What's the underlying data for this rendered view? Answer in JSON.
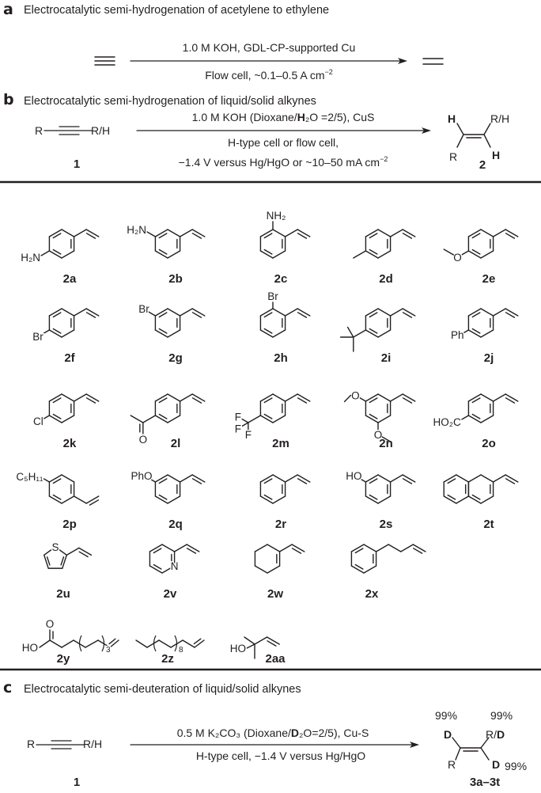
{
  "panel_a": {
    "label": "a",
    "title": "Electrocatalytic semi-hydrogenation of acetylene to ethylene",
    "reagents": "1.0 M KOH, GDL-CP-supported Cu",
    "conditions": "Flow cell, ~0.1–0.5 A cm",
    "conditions_sup": "−2"
  },
  "panel_b": {
    "label": "b",
    "title": "Electrocatalytic semi-hydrogenation of liquid/solid alkynes",
    "substrate": {
      "r": "R",
      "rh": "R/H",
      "number": "1"
    },
    "reagents": {
      "pre": "1.0 M KOH (Dioxane/",
      "bold": "H",
      "post": "₂O =2/5), CuS"
    },
    "conditions_line1": "H-type cell or flow cell,",
    "conditions_line2": "−1.4 V versus Hg/HgO or ~10–50 mA cm",
    "conditions_sup": "−2",
    "product": {
      "h_top": "H",
      "rh": "R/H",
      "r": "R",
      "h_bottom": "H",
      "number": "2"
    }
  },
  "compounds": [
    {
      "id": "2a",
      "groups": [
        "H₂N"
      ]
    },
    {
      "id": "2b",
      "groups": [
        "H₂N"
      ]
    },
    {
      "id": "2c",
      "groups": [
        "NH₂"
      ]
    },
    {
      "id": "2d",
      "groups": []
    },
    {
      "id": "2e",
      "groups": [
        "O"
      ]
    },
    {
      "id": "2f",
      "groups": [
        "Br"
      ]
    },
    {
      "id": "2g",
      "groups": [
        "Br"
      ]
    },
    {
      "id": "2h",
      "groups": [
        "Br"
      ]
    },
    {
      "id": "2i",
      "groups": []
    },
    {
      "id": "2j",
      "groups": [
        "Ph"
      ]
    },
    {
      "id": "2k",
      "groups": [
        "Cl"
      ]
    },
    {
      "id": "2l",
      "groups": [
        "O"
      ]
    },
    {
      "id": "2m",
      "groups": [
        "F",
        "F",
        "F"
      ]
    },
    {
      "id": "2n",
      "groups": [
        "O",
        "O"
      ]
    },
    {
      "id": "2o",
      "groups": [
        "HO₂C"
      ]
    },
    {
      "id": "2p",
      "groups": [
        "C₅H₁₁"
      ]
    },
    {
      "id": "2q",
      "groups": [
        "PhO"
      ]
    },
    {
      "id": "2r",
      "groups": []
    },
    {
      "id": "2s",
      "groups": [
        "HO"
      ]
    },
    {
      "id": "2t",
      "groups": []
    },
    {
      "id": "2u",
      "groups": [
        "S"
      ]
    },
    {
      "id": "2v",
      "groups": [
        "N"
      ]
    },
    {
      "id": "2w",
      "groups": []
    },
    {
      "id": "2x",
      "groups": []
    },
    {
      "id": "2y",
      "groups": [
        "O",
        "HO",
        "3"
      ]
    },
    {
      "id": "2z",
      "groups": [
        "8"
      ]
    },
    {
      "id": "2aa",
      "groups": [
        "HO"
      ]
    }
  ],
  "panel_c": {
    "label": "c",
    "title": "Electrocatalytic semi-deuteration of liquid/solid alkynes",
    "substrate": {
      "r": "R",
      "rh": "R/H",
      "number": "1"
    },
    "reagents": {
      "pre": "0.5 M K₂CO₃ (Dioxane/",
      "bold": "D",
      "post": "₂O=2/5), Cu-S"
    },
    "conditions": "H-type cell, −1.4 V versus Hg/HgO",
    "product": {
      "d_top": "D",
      "r_slash": "R/",
      "d_slash": "D",
      "r": "R",
      "d_bottom": "D",
      "pct_top_left": "99%",
      "pct_top_right": "99%",
      "pct_bottom": "99%",
      "number": "3a–3t"
    }
  }
}
